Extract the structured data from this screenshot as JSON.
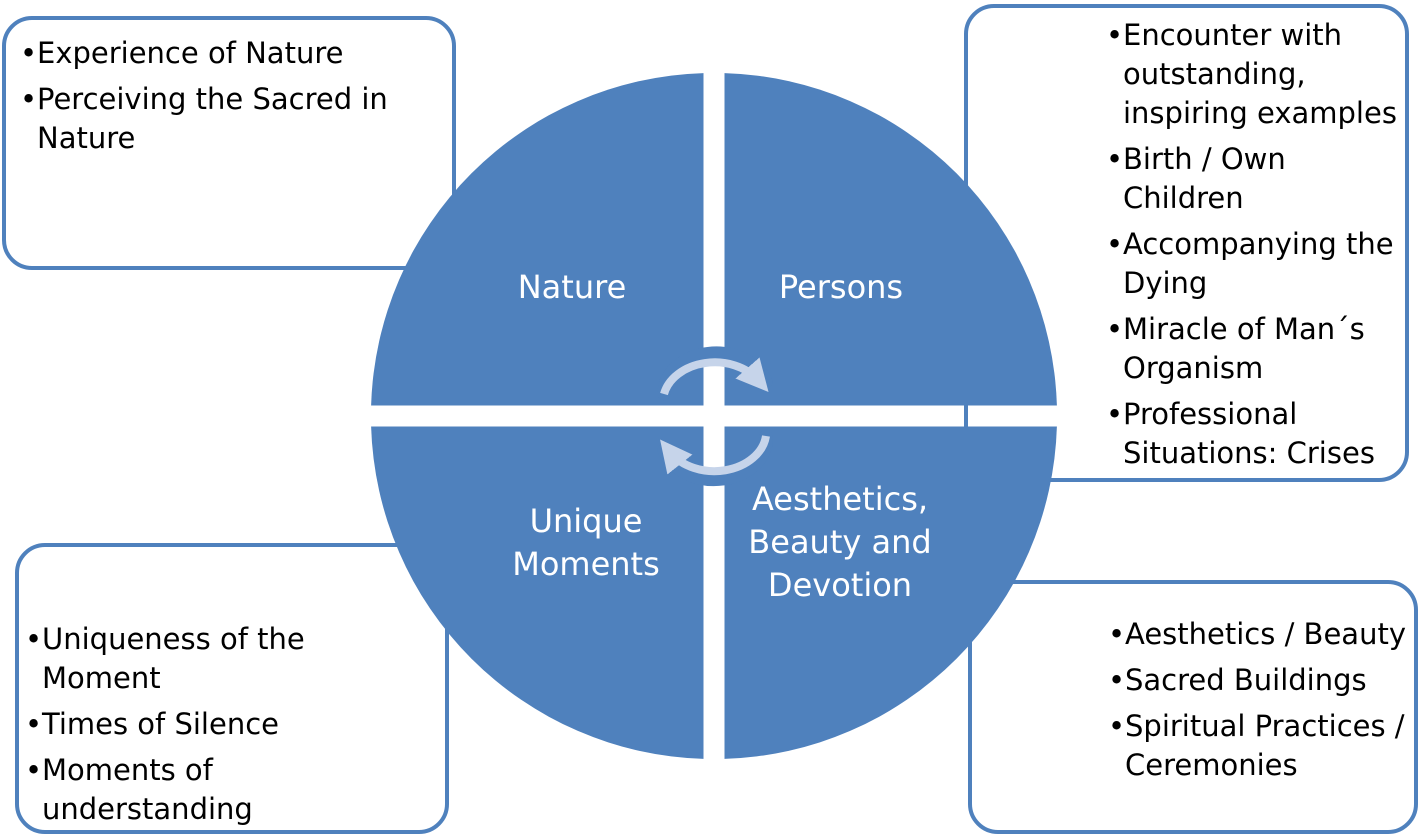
{
  "quadrants": {
    "nature": "Nature",
    "persons": "Persons",
    "moments_line1": "Unique",
    "moments_line2": "Moments",
    "aesthetics_line1": "Aesthetics,",
    "aesthetics_line2": "Beauty and",
    "aesthetics_line3": "Devotion"
  },
  "boxes": {
    "nature": [
      "Experience of Nature",
      "Perceiving the Sacred in Nature"
    ],
    "persons": [
      "Encounter with outstanding, inspiring examples",
      "Birth / Own Children",
      "Accompanying the Dying",
      "Miracle of Man´s Organism",
      "Professional Situations: Crises"
    ],
    "moments": [
      "Uniqueness of the Moment",
      "Times of Silence",
      "Moments of understanding"
    ],
    "aesthetics": [
      "Aesthetics / Beauty",
      "Sacred Buildings",
      "Spiritual Practices / Ceremonies"
    ]
  },
  "colors": {
    "fill": "#4f81bd",
    "border": "#4f81bd",
    "text_on_fill": "#ffffff",
    "arrow": "#c6d4ea"
  },
  "icons": [
    "cycle-arrows-icon"
  ]
}
